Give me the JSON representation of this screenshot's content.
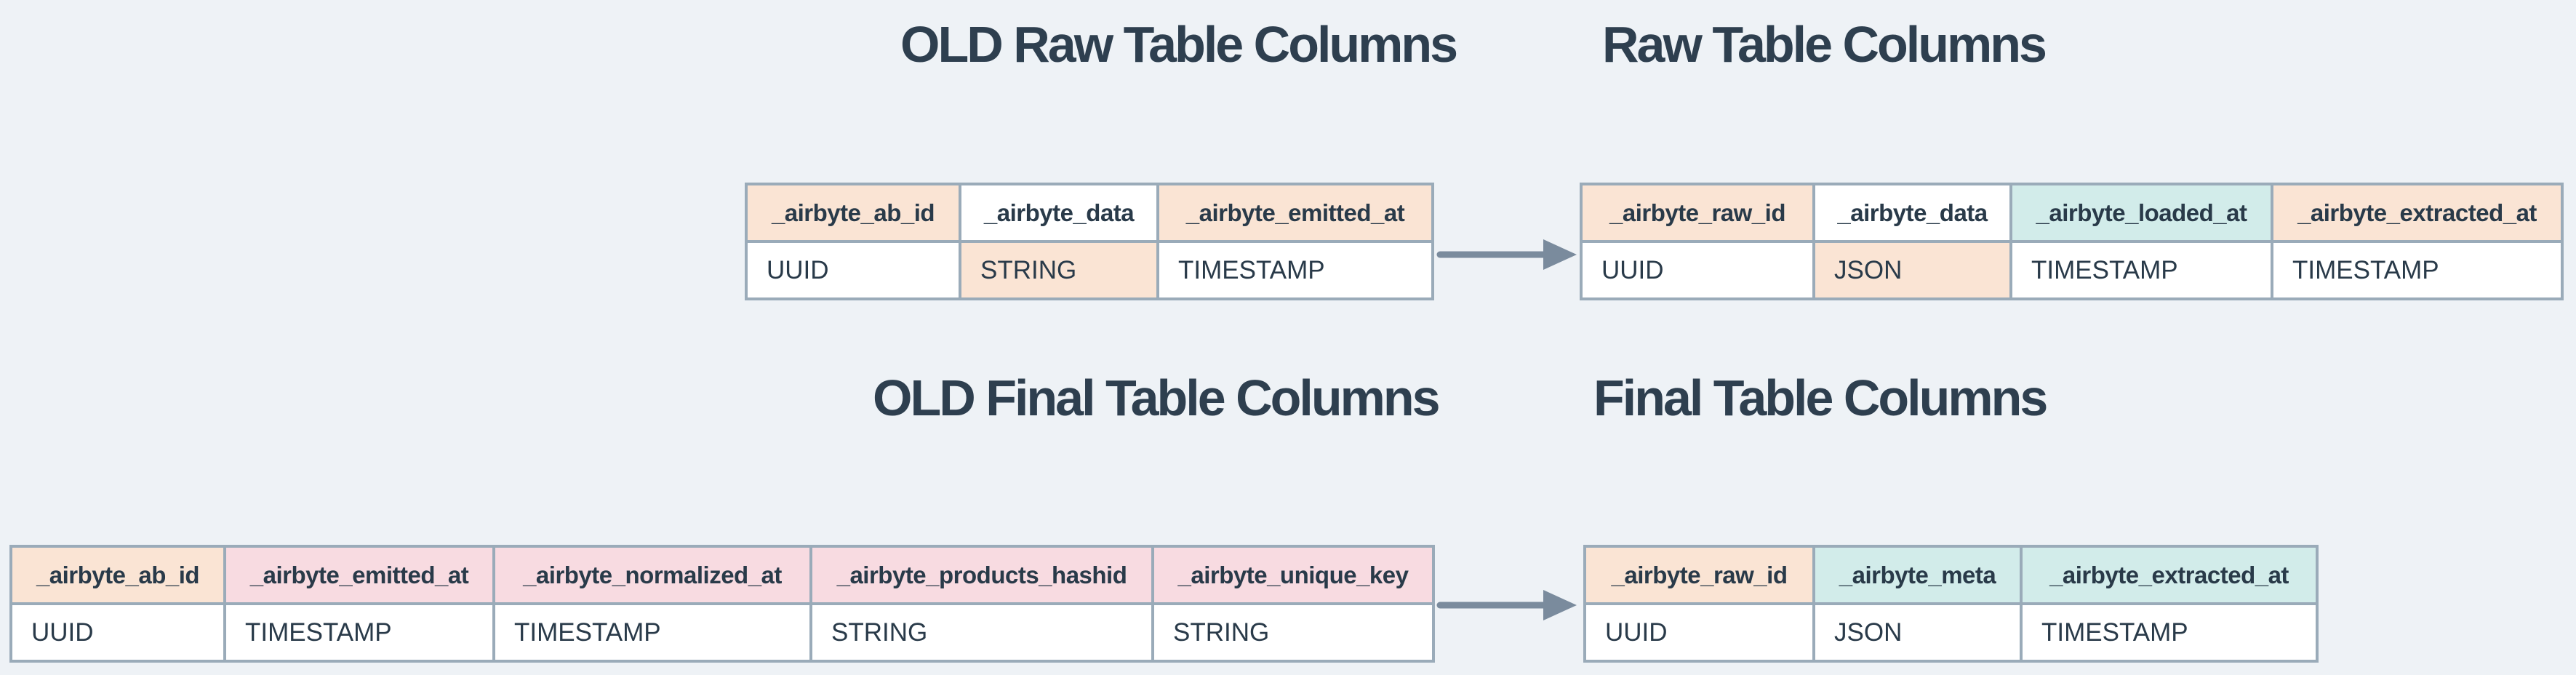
{
  "palette": {
    "page_background": "#eef2f6",
    "table_border": "#9aabb9",
    "text": "#293a49",
    "title_text": "#2e3f4f",
    "arrow": "#7a8b9d",
    "cell_changed": "#fae4d4",
    "cell_added": "#d2ecea",
    "cell_removed": "#f8dbe1",
    "cell_unchanged": "#ffffff"
  },
  "sections": [
    {
      "id": "raw",
      "old_table": {
        "title": "OLD Raw Table Columns",
        "columns": [
          {
            "name": "_airbyte_ab_id",
            "type": "UUID",
            "name_status": "changed",
            "type_status": "unchanged"
          },
          {
            "name": "_airbyte_data",
            "type": "STRING",
            "name_status": "unchanged",
            "type_status": "changed"
          },
          {
            "name": "_airbyte_emitted_at",
            "type": "TIMESTAMP",
            "name_status": "changed",
            "type_status": "unchanged"
          }
        ]
      },
      "new_table": {
        "title": "Raw Table Columns",
        "columns": [
          {
            "name": "_airbyte_raw_id",
            "type": "UUID",
            "name_status": "changed",
            "type_status": "unchanged"
          },
          {
            "name": "_airbyte_data",
            "type": "JSON",
            "name_status": "unchanged",
            "type_status": "changed"
          },
          {
            "name": "_airbyte_loaded_at",
            "type": "TIMESTAMP",
            "name_status": "added",
            "type_status": "unchanged"
          },
          {
            "name": "_airbyte_extracted_at",
            "type": "TIMESTAMP",
            "name_status": "changed",
            "type_status": "unchanged"
          }
        ]
      }
    },
    {
      "id": "final",
      "old_table": {
        "title": "OLD Final Table Columns",
        "columns": [
          {
            "name": "_airbyte_ab_id",
            "type": "UUID",
            "name_status": "changed",
            "type_status": "unchanged"
          },
          {
            "name": "_airbyte_emitted_at",
            "type": "TIMESTAMP",
            "name_status": "removed",
            "type_status": "unchanged"
          },
          {
            "name": "_airbyte_normalized_at",
            "type": "TIMESTAMP",
            "name_status": "removed",
            "type_status": "unchanged"
          },
          {
            "name": "_airbyte_products_hashid",
            "type": "STRING",
            "name_status": "removed",
            "type_status": "unchanged"
          },
          {
            "name": "_airbyte_unique_key",
            "type": "STRING",
            "name_status": "removed",
            "type_status": "unchanged"
          }
        ]
      },
      "new_table": {
        "title": "Final Table Columns",
        "columns": [
          {
            "name": "_airbyte_raw_id",
            "type": "UUID",
            "name_status": "changed",
            "type_status": "unchanged"
          },
          {
            "name": "_airbyte_meta",
            "type": "JSON",
            "name_status": "added",
            "type_status": "unchanged"
          },
          {
            "name": "_airbyte_extracted_at",
            "type": "TIMESTAMP",
            "name_status": "added",
            "type_status": "unchanged"
          }
        ]
      }
    }
  ]
}
